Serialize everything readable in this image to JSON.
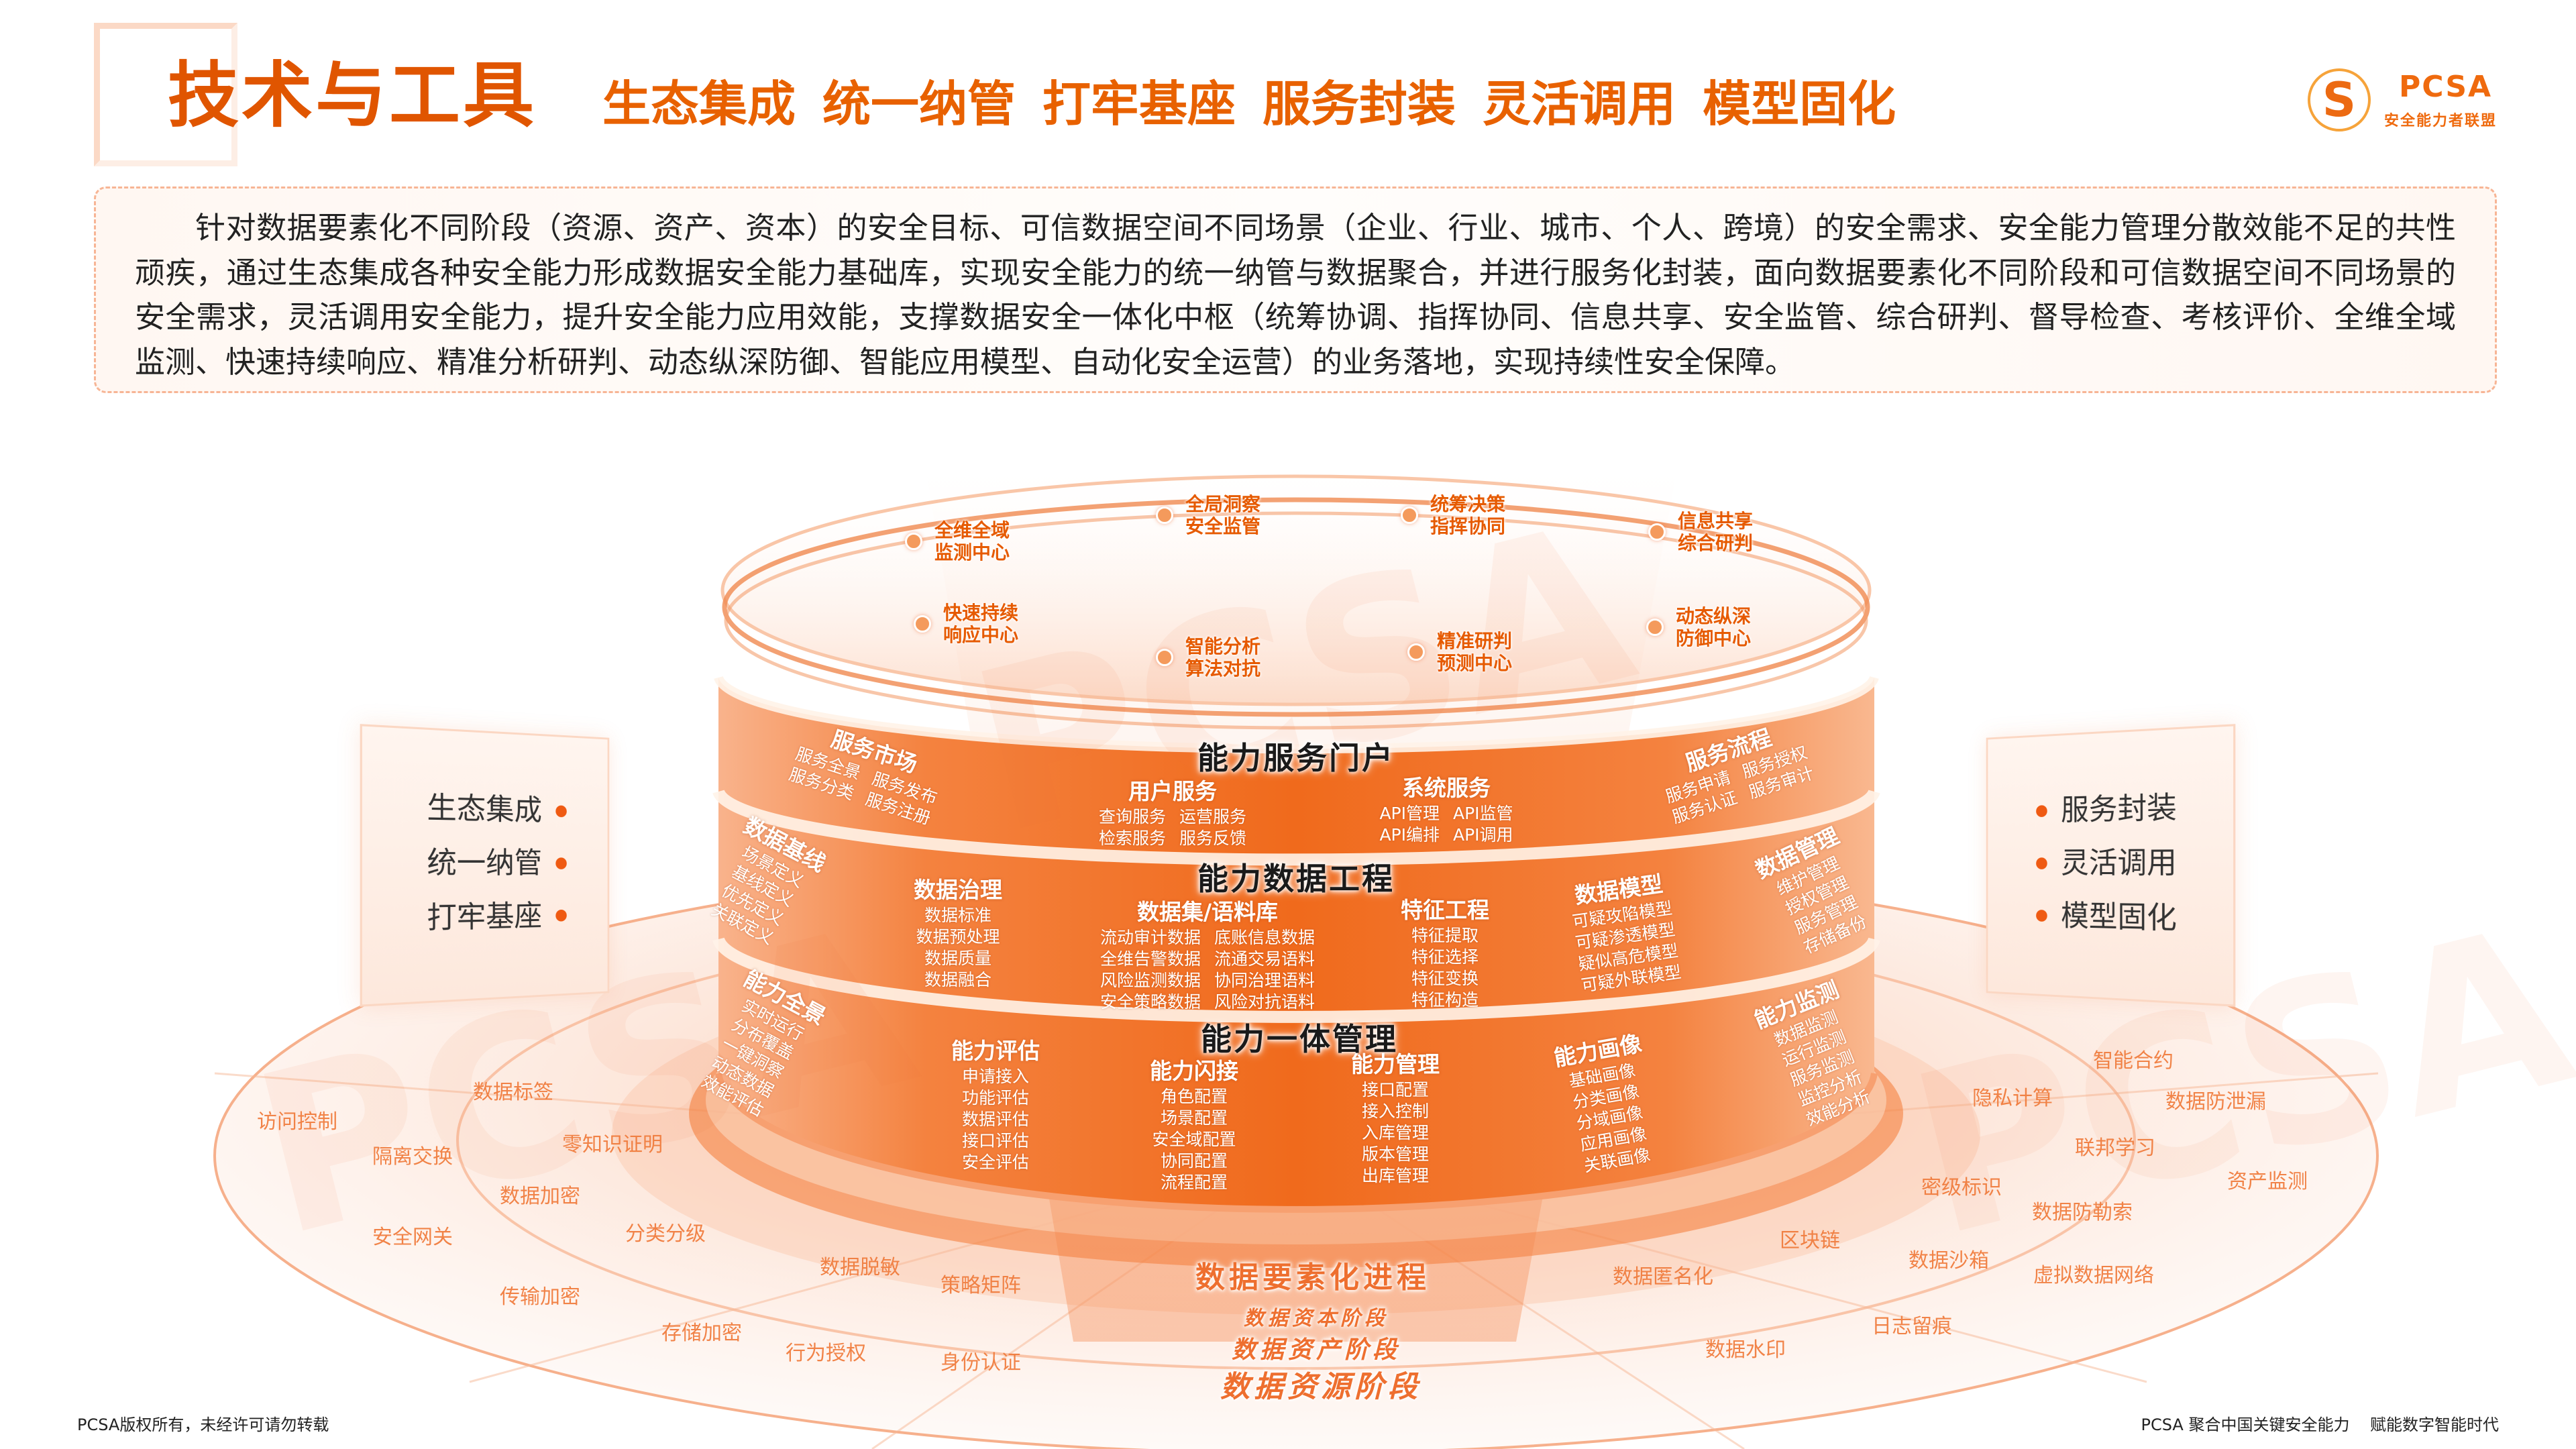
{
  "header": {
    "title": "技术与工具",
    "slogans": [
      "生态集成",
      "统一纳管",
      "打牢基座",
      "服务封装",
      "灵活调用",
      "模型固化"
    ]
  },
  "logo": {
    "name": "PCSA",
    "subtitle": "安全能力者联盟",
    "mark": "S"
  },
  "intro": "针对数据要素化不同阶段（资源、资产、资本）的安全目标、可信数据空间不同场景（企业、行业、城市、个人、跨境）的安全需求、安全能力管理分散效能不足的共性顽疾，通过生态集成各种安全能力形成数据安全能力基础库，实现安全能力的统一纳管与数据聚合，并进行服务化封装，面向数据要素化不同阶段和可信数据空间不同场景的安全需求，灵活调用安全能力，提升安全能力应用效能，支撑数据安全一体化中枢（统筹协调、指挥协同、信息共享、安全监管、综合研判、督导检查、考核评价、全维全域监测、快速持续响应、精准分析研判、动态纵深防御、智能应用模型、自动化安全运营）的业务落地，实现持续性安全保障。",
  "left_panel": {
    "items": [
      "生态集成",
      "统一纳管",
      "打牢基座"
    ]
  },
  "right_panel": {
    "items": [
      "服务封装",
      "灵活调用",
      "模型固化"
    ]
  },
  "top_centers": [
    {
      "line1": "全维全域",
      "line2": "监测中心"
    },
    {
      "line1": "全局洞察",
      "line2": "安全监管"
    },
    {
      "line1": "统筹决策",
      "line2": "指挥协同"
    },
    {
      "line1": "信息共享",
      "line2": "综合研判"
    },
    {
      "line1": "快速持续",
      "line2": "响应中心"
    },
    {
      "line1": "智能分析",
      "line2": "算法对抗"
    },
    {
      "line1": "精准研判",
      "line2": "预测中心"
    },
    {
      "line1": "动态纵深",
      "line2": "防御中心"
    }
  ],
  "layers": [
    {
      "title": "能力服务门户",
      "groups": [
        {
          "title": "服务市场",
          "items": [
            "服务全景",
            "服务分类",
            "服务发布",
            "服务注册"
          ]
        },
        {
          "title": "用户服务",
          "items": [
            "查询服务",
            "检索服务",
            "运营服务",
            "服务反馈"
          ]
        },
        {
          "title": "系统服务",
          "items": [
            "API管理",
            "API编排",
            "API监管",
            "API调用"
          ]
        },
        {
          "title": "服务流程",
          "items": [
            "服务申请",
            "服务认证",
            "服务授权",
            "服务审计"
          ]
        }
      ]
    },
    {
      "title": "能力数据工程",
      "groups": [
        {
          "title": "数据基线",
          "items": [
            "场景定义",
            "基线定义",
            "优先定义",
            "关联定义"
          ]
        },
        {
          "title": "数据治理",
          "items": [
            "数据标准",
            "数据预处理",
            "数据质量",
            "数据融合"
          ]
        },
        {
          "title": "数据集/语料库",
          "items": [
            "流动审计数据",
            "全维告警数据",
            "风险监测数据",
            "安全策略数据",
            "底账信息数据",
            "流通交易语料",
            "协同治理语料",
            "风险对抗语料"
          ]
        },
        {
          "title": "特征工程",
          "items": [
            "特征提取",
            "特征选择",
            "特征变换",
            "特征构造"
          ]
        },
        {
          "title": "数据模型",
          "items": [
            "可疑攻陷模型",
            "可疑渗透模型",
            "疑似高危模型",
            "可疑外联模型"
          ]
        },
        {
          "title": "数据管理",
          "items": [
            "维护管理",
            "授权管理",
            "服务管理",
            "存储备份"
          ]
        }
      ]
    },
    {
      "title": "能力一体管理",
      "groups": [
        {
          "title": "能力全景",
          "items": [
            "实时运行",
            "分布覆盖",
            "一键洞察",
            "动态数据",
            "效能评估"
          ]
        },
        {
          "title": "能力评估",
          "items": [
            "申请接入",
            "功能评估",
            "数据评估",
            "接口评估",
            "安全评估"
          ]
        },
        {
          "title": "能力闪接",
          "items": [
            "角色配置",
            "场景配置",
            "安全域配置",
            "协同配置",
            "流程配置"
          ]
        },
        {
          "title": "能力管理",
          "items": [
            "接口配置",
            "接入控制",
            "入库管理",
            "版本管理",
            "出库管理"
          ]
        },
        {
          "title": "能力画像",
          "items": [
            "基础画像",
            "分类画像",
            "分域画像",
            "应用画像",
            "关联画像"
          ]
        },
        {
          "title": "能力监测",
          "items": [
            "数据监测",
            "运行监测",
            "服务监测",
            "监控分析",
            "效能分析"
          ]
        }
      ]
    }
  ],
  "foundation_tech": [
    "访问控制",
    "数据标签",
    "隔离交换",
    "零知识证明",
    "数据加密",
    "安全网关",
    "分类分级",
    "数据脱敏",
    "策略矩阵",
    "传输加密",
    "存储加密",
    "行为授权",
    "身份认证",
    "智能合约",
    "隐私计算",
    "数据防泄漏",
    "联邦学习",
    "资产监测",
    "密级标识",
    "数据防勒索",
    "区块链",
    "数据沙箱",
    "虚拟数据网络",
    "数据匿名化",
    "日志留痕",
    "数据水印"
  ],
  "process": {
    "title": "数据要素化进程",
    "stages": [
      "数据资本阶段",
      "数据资产阶段",
      "数据资源阶段"
    ]
  },
  "watermark": "PCSA",
  "footer": {
    "copyright": "PCSA版权所有，未经许可请勿转载",
    "slogan": "PCSA 聚合中国关键安全能力    赋能数字智能时代"
  },
  "colors": {
    "accent": "#e05500",
    "orange": "#f26a1b",
    "light": "#fde6d8",
    "text": "#222222"
  }
}
